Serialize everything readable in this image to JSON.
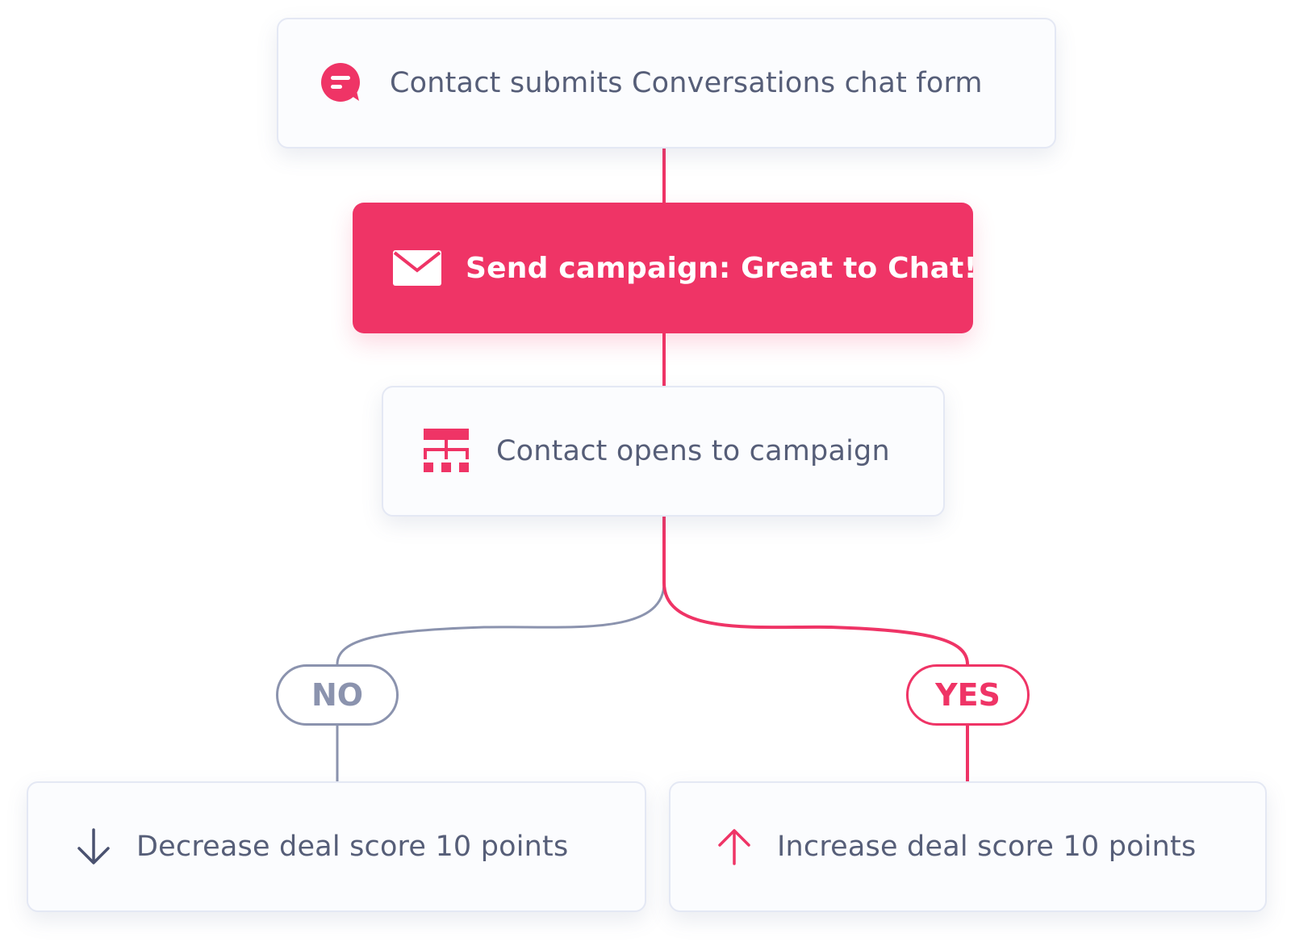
{
  "colors": {
    "accent": "#ef3466",
    "neutral_line": "#8b93ae",
    "text": "#565e78",
    "card_border": "#e4e8f4"
  },
  "trigger": {
    "label": "Contact submits Conversations chat form",
    "icon": "chat-bubble-icon"
  },
  "action": {
    "label": "Send campaign: Great to Chat!",
    "icon": "envelope-icon"
  },
  "condition": {
    "label": "Contact opens to campaign",
    "icon": "split-condition-icon"
  },
  "branches": {
    "no": {
      "pill_label": "NO",
      "action_label": "Decrease deal score 10 points",
      "icon": "arrow-down-icon"
    },
    "yes": {
      "pill_label": "YES",
      "action_label": "Increase deal score 10 points",
      "icon": "arrow-up-icon"
    }
  }
}
